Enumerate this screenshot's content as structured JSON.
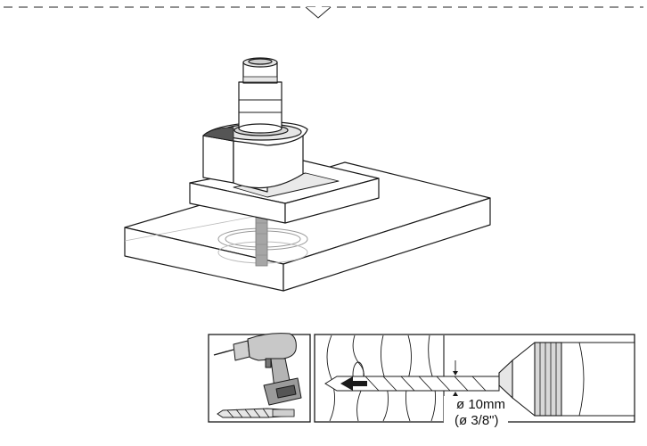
{
  "diagram": {
    "steps": [
      {
        "step": "mount-product-on-surface"
      },
      {
        "step": "drill-hole-with-10mm-bit"
      }
    ],
    "drill_bit": {
      "diameter_metric": "ø 10mm",
      "diameter_imperial": "(ø 3/8\")"
    },
    "icons": [
      "fold-line",
      "faucet-base-assembly",
      "countertop-slab",
      "cordless-drill-icon",
      "drill-bit-icon",
      "drill-chuck",
      "direction-arrow-icon"
    ],
    "colors": {
      "line": "#1a1a1a",
      "light_gray": "#e6e6e6",
      "mid_gray": "#c8c8c8",
      "dark_gray": "#9a9a9a"
    }
  }
}
